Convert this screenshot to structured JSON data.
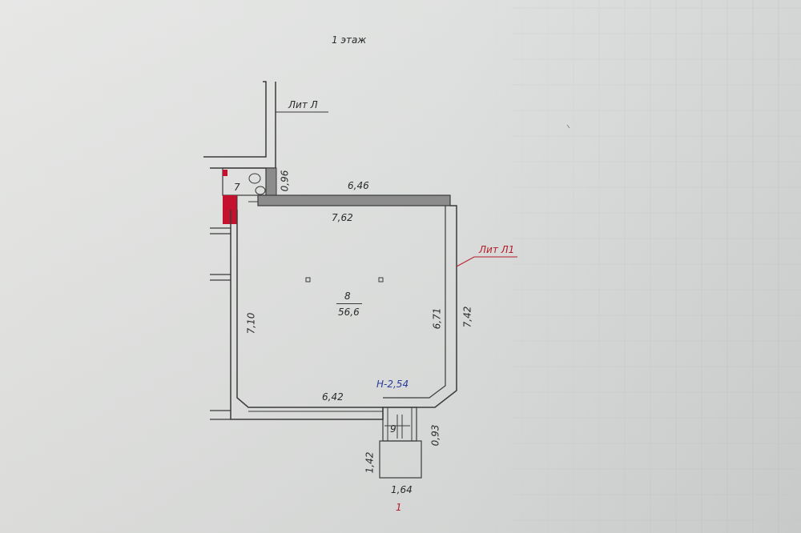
{
  "floor_title": "1 этаж",
  "labels": {
    "lit_l_black": "Лит Л",
    "lit_l_red": "Лит Л1",
    "room_number": "8",
    "room_area": "56,6",
    "room7_number": "7",
    "room9_number": "9",
    "height": "H-2,54",
    "sheet_number": "1"
  },
  "dimensions": {
    "top_outer": "6,46",
    "top_inner": "7,62",
    "left_wall": "7,10",
    "right_inner": "6,71",
    "right_outer": "7,42",
    "bottom": "6,42",
    "wall_096": "0,96",
    "porch_093": "0,93",
    "porch_142": "1,42",
    "porch_164": "1,64"
  },
  "colors": {
    "line": "#3a3a3a",
    "wall_fill": "#8c8c8c",
    "red_marker": "#c4122e",
    "height_text": "#2a3d9c",
    "red_text": "#b51c2a",
    "grid": "#b9bdbd"
  }
}
